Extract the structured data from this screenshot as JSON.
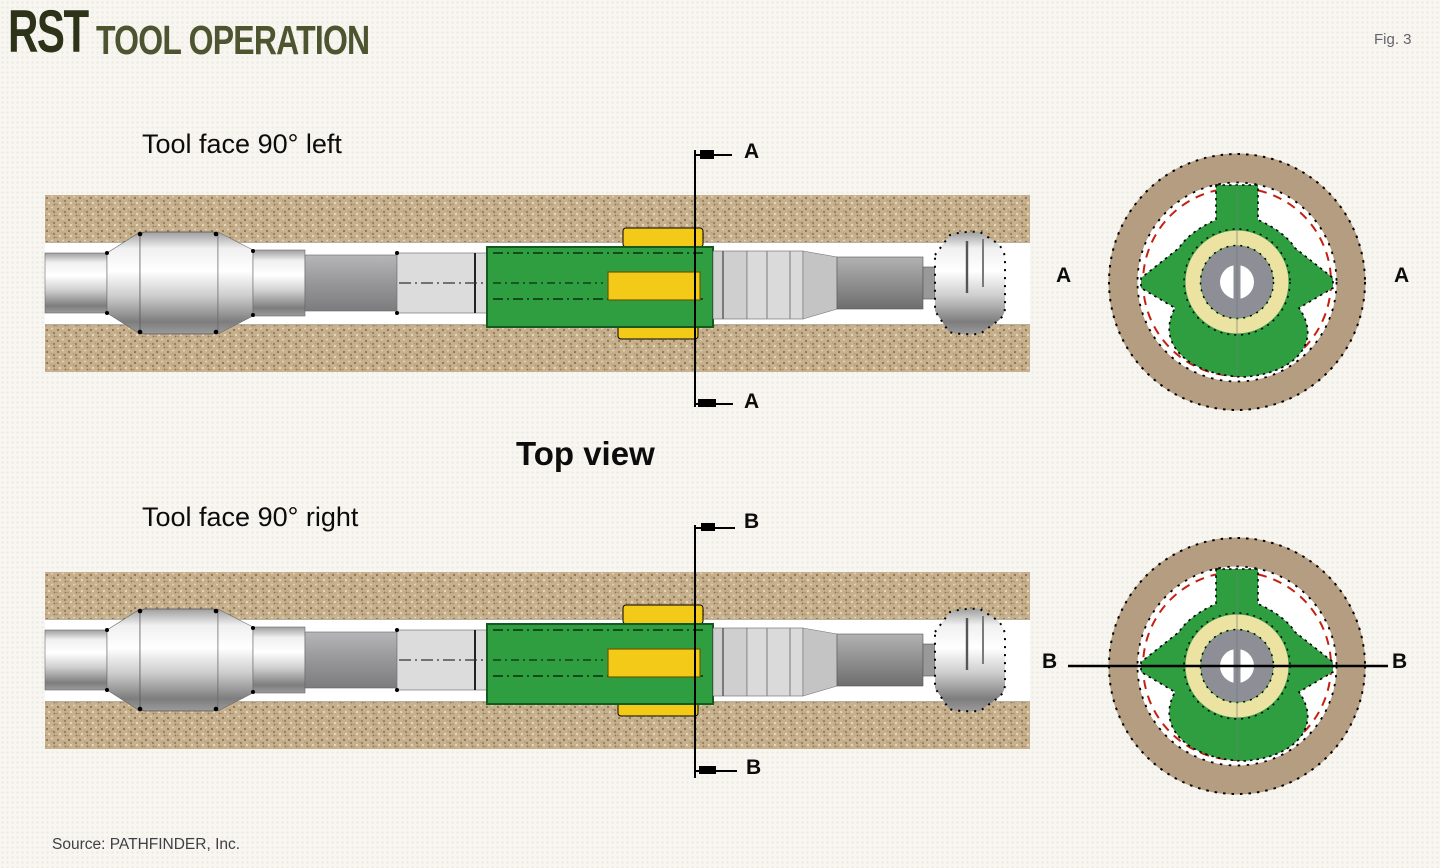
{
  "header": {
    "product_name": "RST",
    "title": "TOOL OPERATION",
    "figure_label": "Fig. 3"
  },
  "captions": {
    "top_view": "Top view",
    "source": "Source: PATHFINDER, Inc."
  },
  "top_diagram": {
    "toolface_label": "Tool face 90° left",
    "section_letter": "A"
  },
  "bottom_diagram": {
    "toolface_label": "Tool face 90° right",
    "section_letter": "B"
  },
  "colors": {
    "title_dark_olive": "#2c3318",
    "title_olive": "#4d5430",
    "background": "#f8f6f1",
    "formation_speckled_tan": "#c6b08d",
    "tool_body_green": "#2f9e41",
    "pad_yellow": "#f4ca18",
    "section_ring_tan": "#b49d81",
    "dashed_circle_red": "#c22112",
    "bearing_ring_pale_yellow": "#ece2a2",
    "mandrel_gray": "#8e8e97",
    "label_black": "#0c0c0c"
  }
}
